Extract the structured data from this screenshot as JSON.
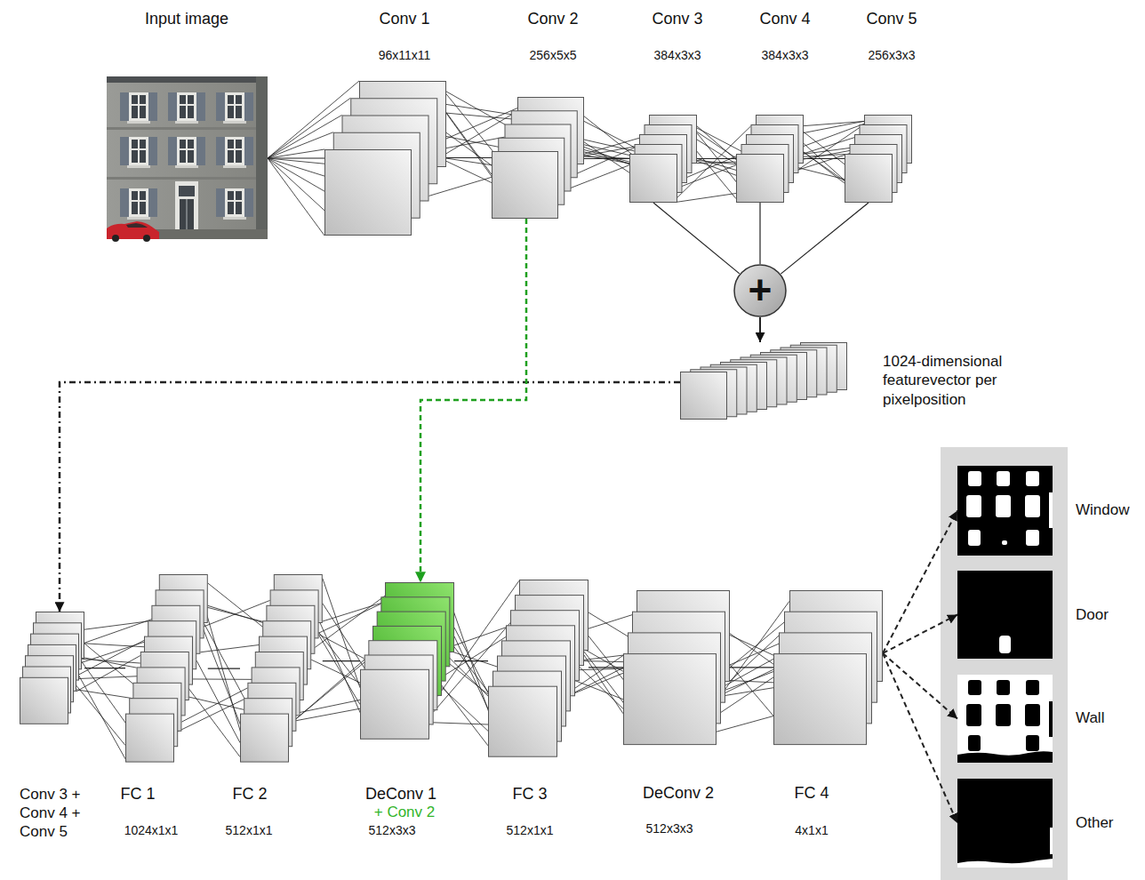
{
  "diagram": {
    "nodes": [
      {
        "text": [
          "Input image"
        ]
      },
      {
        "text": [
          "Conv 1",
          "96x11x11"
        ]
      },
      {
        "text": [
          "Conv 2",
          "256x5x5"
        ]
      },
      {
        "text": [
          "Conv 3",
          "384x3x3"
        ]
      },
      {
        "text": [
          "Conv 4",
          "384x3x3"
        ]
      },
      {
        "text": [
          "Conv 5",
          "256x3x3"
        ]
      },
      {
        "text": [
          "+"
        ]
      },
      {
        "text": [
          "1024-dimensional featurevector per pixelposition"
        ]
      },
      {
        "text": [
          "Conv 3 + Conv 4 + Conv 5"
        ]
      },
      {
        "text": [
          "FC 1",
          "1024x1x1"
        ]
      },
      {
        "text": [
          "FC 2",
          "512x1x1"
        ]
      },
      {
        "text": [
          "DeConv 1",
          "+ Conv 2",
          "512x3x3"
        ]
      },
      {
        "text": [
          "FC 3",
          "512x1x1"
        ]
      },
      {
        "text": [
          "DeConv 2",
          "512x3x3"
        ]
      },
      {
        "text": [
          "FC 4",
          "4x1x1"
        ]
      },
      {
        "text": [
          "Window"
        ]
      },
      {
        "text": [
          "Door"
        ]
      },
      {
        "text": [
          "Wall"
        ]
      },
      {
        "text": [
          "Other"
        ]
      }
    ],
    "edges": [
      {
        "from": 0,
        "to": 1,
        "arrow": "none"
      },
      {
        "from": 1,
        "to": 2,
        "arrow": "none"
      },
      {
        "from": 2,
        "to": 3,
        "arrow": "none"
      },
      {
        "from": 3,
        "to": 4,
        "arrow": "none"
      },
      {
        "from": 4,
        "to": 5,
        "arrow": "none"
      },
      {
        "from": 3,
        "to": 6,
        "arrow": "none"
      },
      {
        "from": 4,
        "to": 6,
        "arrow": "none"
      },
      {
        "from": 5,
        "to": 6,
        "arrow": "none"
      },
      {
        "from": 6,
        "to": 7,
        "arrow": "to"
      },
      {
        "from": 7,
        "to": 8,
        "arrow": "to"
      },
      {
        "from": 2,
        "to": 11,
        "arrow": "to"
      },
      {
        "from": 8,
        "to": 9,
        "arrow": "none"
      },
      {
        "from": 9,
        "to": 10,
        "arrow": "none"
      },
      {
        "from": 10,
        "to": 11,
        "arrow": "none"
      },
      {
        "from": 11,
        "to": 12,
        "arrow": "none"
      },
      {
        "from": 12,
        "to": 13,
        "arrow": "none"
      },
      {
        "from": 13,
        "to": 14,
        "arrow": "none"
      },
      {
        "from": 14,
        "to": 15,
        "arrow": "to"
      },
      {
        "from": 14,
        "to": 16,
        "arrow": "to"
      },
      {
        "from": 14,
        "to": 17,
        "arrow": "to"
      },
      {
        "from": 14,
        "to": 18,
        "arrow": "to"
      }
    ]
  }
}
